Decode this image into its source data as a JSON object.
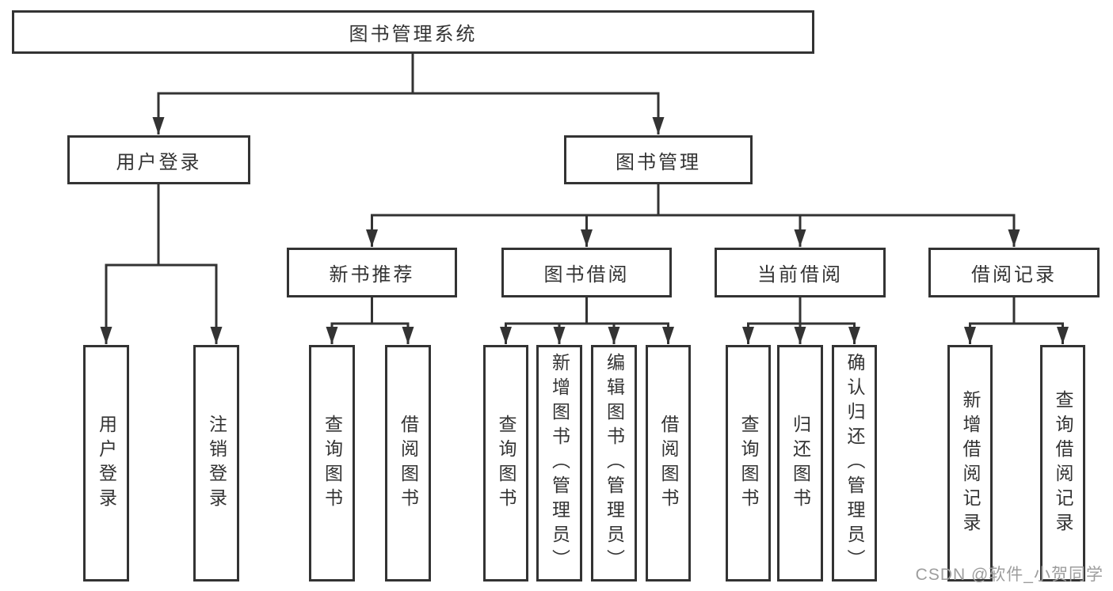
{
  "tree": {
    "root": "图书管理系统",
    "children": [
      {
        "label": "用户登录",
        "children": [
          {
            "label": "用户登录"
          },
          {
            "label": "注销登录"
          }
        ]
      },
      {
        "label": "图书管理",
        "children": [
          {
            "label": "新书推荐",
            "children": [
              {
                "label": "查询图书"
              },
              {
                "label": "借阅图书"
              }
            ]
          },
          {
            "label": "图书借阅",
            "children": [
              {
                "label": "查询图书"
              },
              {
                "label": "新增图书（管理员）"
              },
              {
                "label": "编辑图书（管理员）"
              },
              {
                "label": "借阅图书"
              }
            ]
          },
          {
            "label": "当前借阅",
            "children": [
              {
                "label": "查询图书"
              },
              {
                "label": "归还图书"
              },
              {
                "label": "确认归还（管理员）"
              }
            ]
          },
          {
            "label": "借阅记录",
            "children": [
              {
                "label": "新增借阅记录"
              },
              {
                "label": "查询借阅记录"
              }
            ]
          }
        ]
      }
    ]
  },
  "watermark": {
    "text": "CSDN @软件_小贺同学",
    "color": "#9d9d9d"
  },
  "colors": {
    "line": "#333333",
    "text": "#333333",
    "background": "#ffffff"
  }
}
